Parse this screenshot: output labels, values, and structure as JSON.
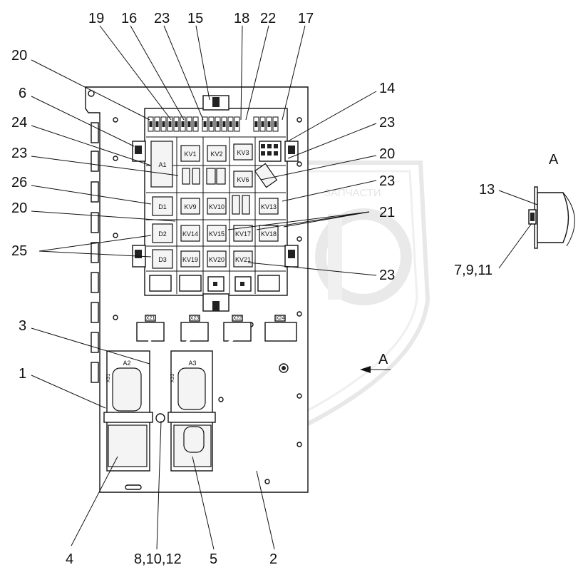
{
  "callouts_top": [
    "19",
    "16",
    "23",
    "15",
    "18",
    "22",
    "17"
  ],
  "callouts_left": [
    "20",
    "6",
    "24",
    "23",
    "26",
    "20",
    "25",
    "3",
    "1",
    "4",
    "8,10,12",
    "5",
    "2"
  ],
  "callouts_right": [
    "14",
    "23",
    "20",
    "23",
    "21",
    "23"
  ],
  "view_label": "A",
  "detail": {
    "title": "A",
    "labels": [
      "13",
      "7,9,11"
    ]
  },
  "section_arrow_label": "A",
  "components": {
    "a1": "A1",
    "a2": "A2",
    "a3": "A3",
    "d1": "D1",
    "d2": "D2",
    "d3": "D3",
    "kv1": "KV1",
    "kv2": "KV2",
    "kv3": "KV3",
    "kv6": "KV6",
    "kv9": "KV9",
    "kv10": "KV10",
    "kv13": "KV13",
    "kv14": "KV14",
    "kv15": "KV15",
    "kv17": "KV17",
    "kv18": "KV18",
    "kv19": "KV19",
    "kv20": "KV20",
    "kv21": "KV21",
    "x21": "X21",
    "x22": "X22",
    "x23": "X23",
    "x24": "X24",
    "x31": "X31",
    "x33": "X33"
  },
  "watermark": "ЗАПЧАСТИ"
}
